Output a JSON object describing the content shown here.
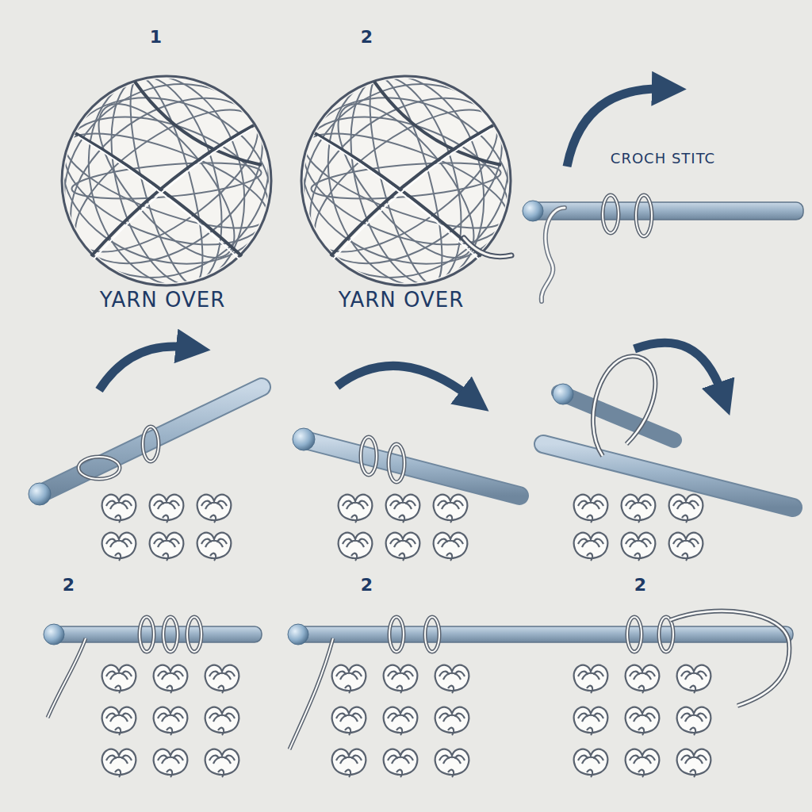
{
  "diagram": {
    "labels": [
      "1",
      "2",
      "YARN OVER",
      "YARN OVER",
      "CROCH STITC",
      "2",
      "2",
      "2"
    ]
  }
}
